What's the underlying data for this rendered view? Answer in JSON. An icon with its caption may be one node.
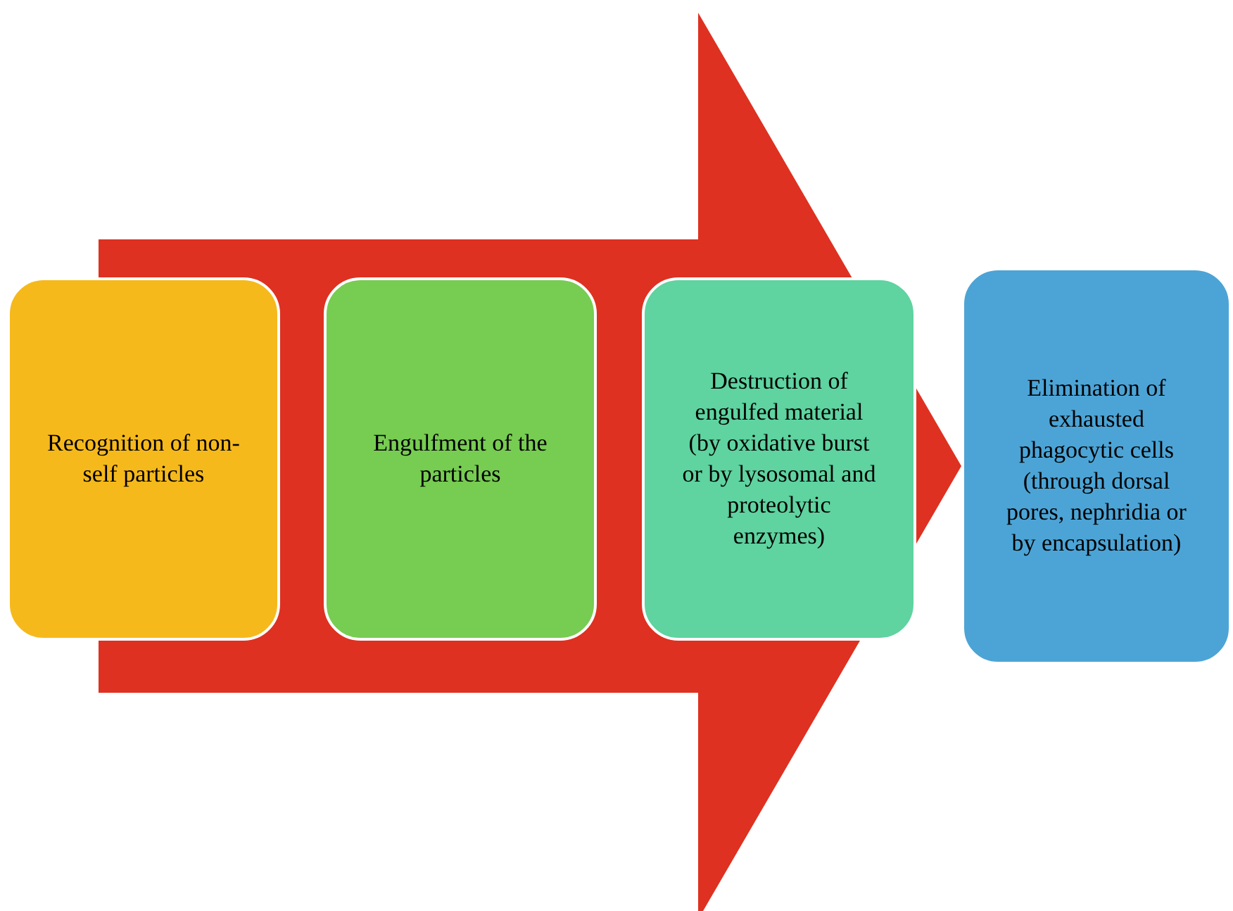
{
  "diagram": {
    "nodes": [
      {
        "text": [
          "Recognition of non-self particles"
        ]
      },
      {
        "text": [
          "Engulfment of the particles"
        ]
      },
      {
        "text": [
          "Destruction of engulfed material (by oxidative burst or by lysosomal and proteolytic enzymes)"
        ]
      },
      {
        "text": [
          "Elimination of exhausted phagocytic cells (through dorsal pores, nephridia or by encapsulation)"
        ]
      }
    ],
    "edges": [
      {
        "from": 0,
        "to": 3,
        "arrow": "to",
        "style": "thick",
        "color": "#de3121"
      }
    ]
  }
}
